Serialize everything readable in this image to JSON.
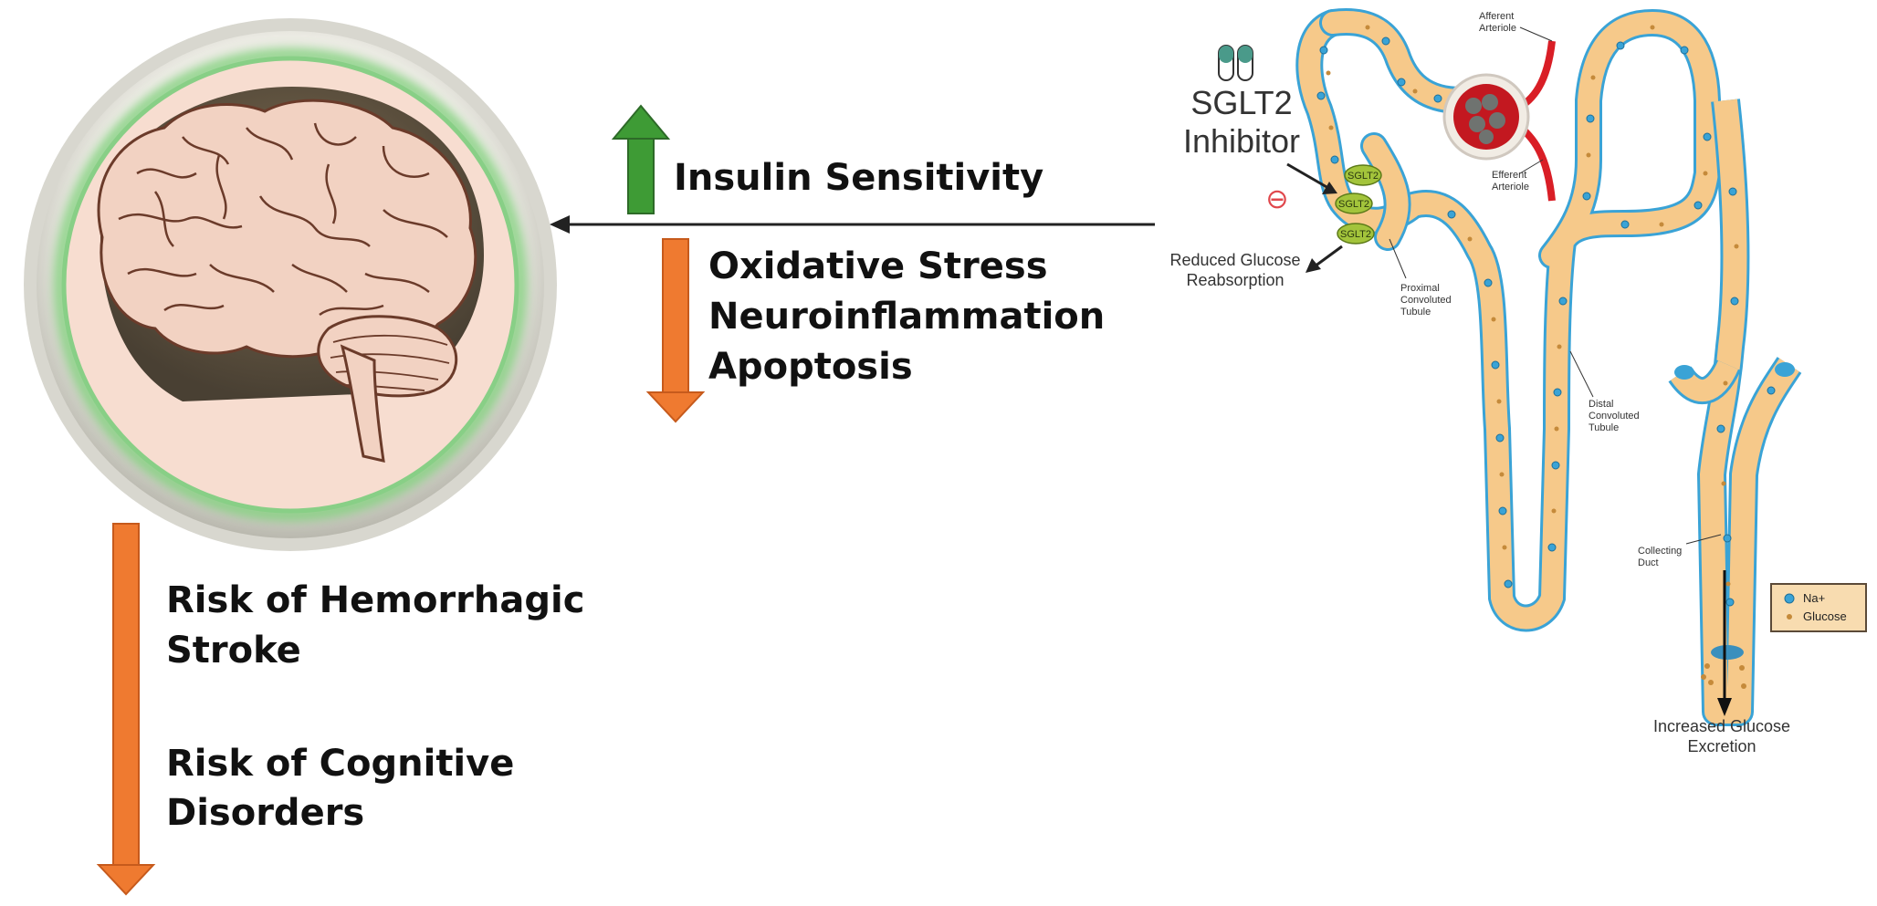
{
  "effects": {
    "up": [
      "Insulin Sensitivity"
    ],
    "down": [
      "Oxidative Stress",
      "Neuroinflammation",
      "Apoptosis"
    ]
  },
  "outcomes": {
    "hemorrhagic": [
      "Risk of Hemorrhagic",
      "Stroke"
    ],
    "cognitive": [
      "Risk of Cognitive",
      "Disorders"
    ]
  },
  "kidney": {
    "drug": [
      "SGLT2",
      "Inhibitor"
    ],
    "inhibit_symbol": "⊖",
    "transporter": "SGLT2",
    "reduced": [
      "Reduced Glucose",
      "Reabsorption"
    ],
    "increased": [
      "Increased Glucose",
      "Excretion"
    ],
    "afferent": [
      "Afferent",
      "Arteriole"
    ],
    "efferent": [
      "Efferent",
      "Arteriole"
    ],
    "pct": [
      "Proximal",
      "Convoluted",
      "Tubule"
    ],
    "dct": [
      "Distal",
      "Convoluted",
      "Tubule"
    ],
    "collecting": [
      "Collecting",
      "Duct"
    ],
    "legend": {
      "na": "Na+",
      "glucose": "Glucose"
    }
  },
  "colors": {
    "up_arrow": "#3e9b35",
    "down_arrow": "#ef7a30",
    "tubule_fill": "#f6c98a",
    "tubule_border": "#3aa3d6",
    "blood": "#d91e26",
    "sglt_fill": "#a3c43b",
    "brain_ring": "#cfcfc9",
    "brain_glow": "#7fd07a"
  }
}
